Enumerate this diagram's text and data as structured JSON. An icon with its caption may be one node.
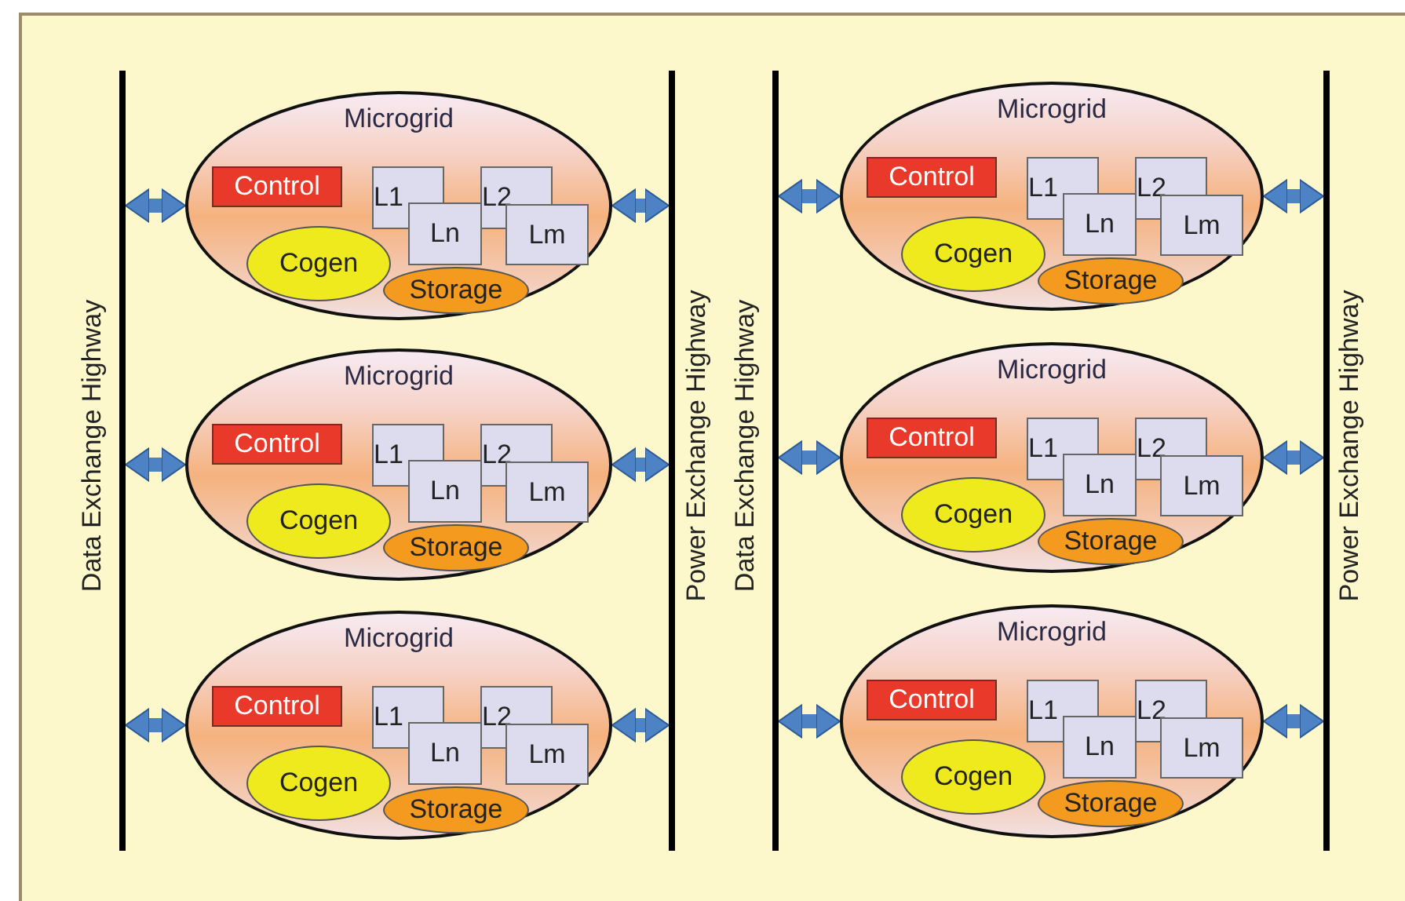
{
  "diagram": {
    "nodes": [
      {
        "text": [
          "Data Exchange Highway"
        ]
      },
      {
        "text": [
          "Power Exchange Highway"
        ]
      },
      {
        "text": [
          "Data Exchange Highway"
        ]
      },
      {
        "text": [
          "Power Exchange Highway"
        ]
      },
      {
        "text": [
          "Microgrid"
        ]
      },
      {
        "text": [
          "Control"
        ],
        "in": 4
      },
      {
        "text": [
          "L1"
        ],
        "in": 4
      },
      {
        "text": [
          "L2"
        ],
        "in": 4
      },
      {
        "text": [
          "Ln"
        ],
        "in": 4
      },
      {
        "text": [
          "Lm"
        ],
        "in": 4
      },
      {
        "text": [
          "Cogen"
        ],
        "in": 4
      },
      {
        "text": [
          "Storage"
        ],
        "in": 4
      },
      {
        "text": [
          "Microgrid"
        ]
      },
      {
        "text": [
          "Control"
        ],
        "in": 12
      },
      {
        "text": [
          "L1"
        ],
        "in": 12
      },
      {
        "text": [
          "L2"
        ],
        "in": 12
      },
      {
        "text": [
          "Ln"
        ],
        "in": 12
      },
      {
        "text": [
          "Lm"
        ],
        "in": 12
      },
      {
        "text": [
          "Cogen"
        ],
        "in": 12
      },
      {
        "text": [
          "Storage"
        ],
        "in": 12
      },
      {
        "text": [
          "Microgrid"
        ]
      },
      {
        "text": [
          "Control"
        ],
        "in": 20
      },
      {
        "text": [
          "L1"
        ],
        "in": 20
      },
      {
        "text": [
          "L2"
        ],
        "in": 20
      },
      {
        "text": [
          "Ln"
        ],
        "in": 20
      },
      {
        "text": [
          "Lm"
        ],
        "in": 20
      },
      {
        "text": [
          "Cogen"
        ],
        "in": 20
      },
      {
        "text": [
          "Storage"
        ],
        "in": 20
      },
      {
        "text": [
          "Microgrid"
        ]
      },
      {
        "text": [
          "Control"
        ],
        "in": 28
      },
      {
        "text": [
          "L1"
        ],
        "in": 28
      },
      {
        "text": [
          "L2"
        ],
        "in": 28
      },
      {
        "text": [
          "Ln"
        ],
        "in": 28
      },
      {
        "text": [
          "Lm"
        ],
        "in": 28
      },
      {
        "text": [
          "Cogen"
        ],
        "in": 28
      },
      {
        "text": [
          "Storage"
        ],
        "in": 28
      },
      {
        "text": [
          "Microgrid"
        ]
      },
      {
        "text": [
          "Control"
        ],
        "in": 36
      },
      {
        "text": [
          "L1"
        ],
        "in": 36
      },
      {
        "text": [
          "L2"
        ],
        "in": 36
      },
      {
        "text": [
          "Ln"
        ],
        "in": 36
      },
      {
        "text": [
          "Lm"
        ],
        "in": 36
      },
      {
        "text": [
          "Cogen"
        ],
        "in": 36
      },
      {
        "text": [
          "Storage"
        ],
        "in": 36
      },
      {
        "text": [
          "Microgrid"
        ]
      },
      {
        "text": [
          "Control"
        ],
        "in": 44
      },
      {
        "text": [
          "L1"
        ],
        "in": 44
      },
      {
        "text": [
          "L2"
        ],
        "in": 44
      },
      {
        "text": [
          "Ln"
        ],
        "in": 44
      },
      {
        "text": [
          "Lm"
        ],
        "in": 44
      },
      {
        "text": [
          "Cogen"
        ],
        "in": 44
      },
      {
        "text": [
          "Storage"
        ],
        "in": 44
      }
    ],
    "edges": [
      {
        "from": 0,
        "to": 4,
        "arrow": "both"
      },
      {
        "from": 4,
        "to": 1,
        "arrow": "both"
      },
      {
        "from": 0,
        "to": 12,
        "arrow": "both"
      },
      {
        "from": 12,
        "to": 1,
        "arrow": "both"
      },
      {
        "from": 0,
        "to": 20,
        "arrow": "both"
      },
      {
        "from": 20,
        "to": 1,
        "arrow": "both"
      },
      {
        "from": 2,
        "to": 28,
        "arrow": "both"
      },
      {
        "from": 28,
        "to": 3,
        "arrow": "both"
      },
      {
        "from": 2,
        "to": 36,
        "arrow": "both"
      },
      {
        "from": 36,
        "to": 3,
        "arrow": "both"
      },
      {
        "from": 2,
        "to": 44,
        "arrow": "both"
      },
      {
        "from": 44,
        "to": 3,
        "arrow": "both"
      }
    ]
  }
}
